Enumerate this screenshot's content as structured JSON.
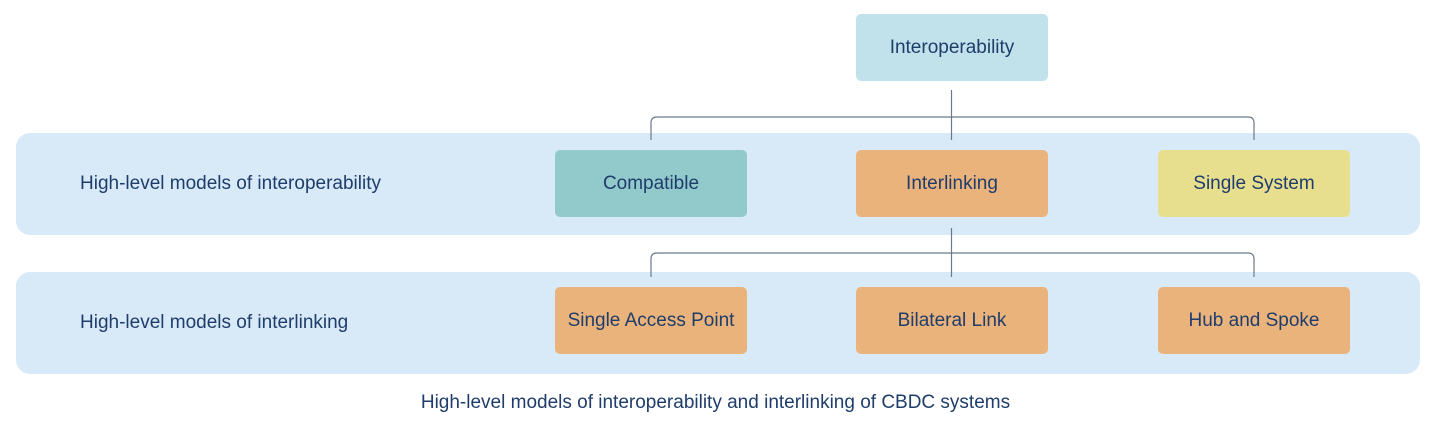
{
  "colors": {
    "band": "#d8eaf8",
    "text": "#1f3d6b",
    "connector": "#6b7a8a",
    "root": "#c1e2ea",
    "teal": "#92c9cb",
    "orange": "#eab37b",
    "yellow": "#e8df8e"
  },
  "root": {
    "label": "Interoperability"
  },
  "bands": [
    {
      "label": "High-level models of interoperability"
    },
    {
      "label": "High-level models of interlinking"
    }
  ],
  "interoperability_models": [
    {
      "label": "Compatible",
      "color": "teal"
    },
    {
      "label": "Interlinking",
      "color": "orange"
    },
    {
      "label": "Single System",
      "color": "yellow"
    }
  ],
  "interlinking_models": [
    {
      "label": "Single Access Point",
      "color": "orange"
    },
    {
      "label": "Bilateral Link",
      "color": "orange"
    },
    {
      "label": "Hub and Spoke",
      "color": "orange"
    }
  ],
  "caption": "High-level models of interoperability and interlinking of CBDC systems"
}
